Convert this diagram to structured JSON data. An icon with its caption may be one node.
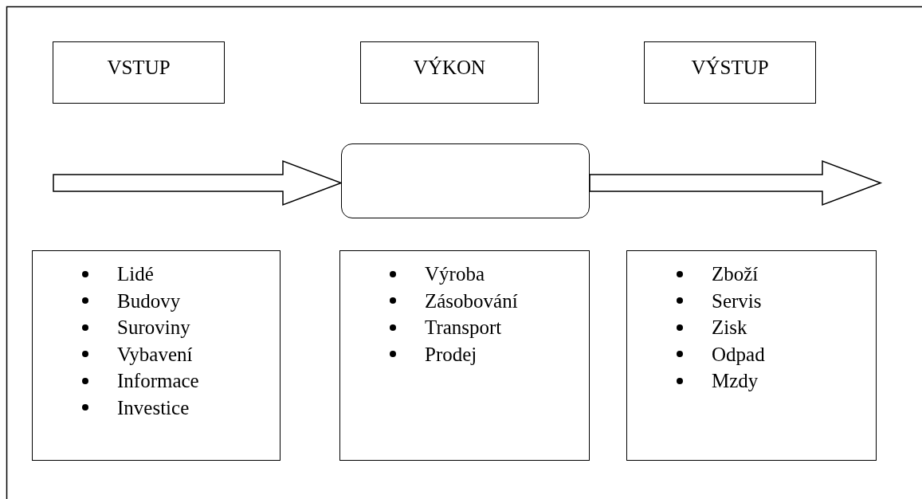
{
  "diagram": {
    "nodes": [
      {
        "text": [
          "VSTUP"
        ]
      },
      {
        "text": [
          "VÝKON"
        ]
      },
      {
        "text": [
          "VÝSTUP"
        ]
      },
      {
        "text": [],
        "shape": "box"
      },
      {
        "text": [
          "Lidé",
          "Budovy",
          "Suroviny",
          "Vybavení",
          "Informace",
          "Investice"
        ]
      },
      {
        "text": [
          "Výroba",
          "Zásobování",
          "Transport",
          "Prodej"
        ]
      },
      {
        "text": [
          "Zboží",
          "Servis",
          "Zisk",
          "Odpad",
          "Mzdy"
        ]
      }
    ],
    "edges": [
      {
        "from": null,
        "to": 3,
        "arrow": "to"
      },
      {
        "from": 3,
        "to": null,
        "arrow": "to"
      }
    ]
  }
}
